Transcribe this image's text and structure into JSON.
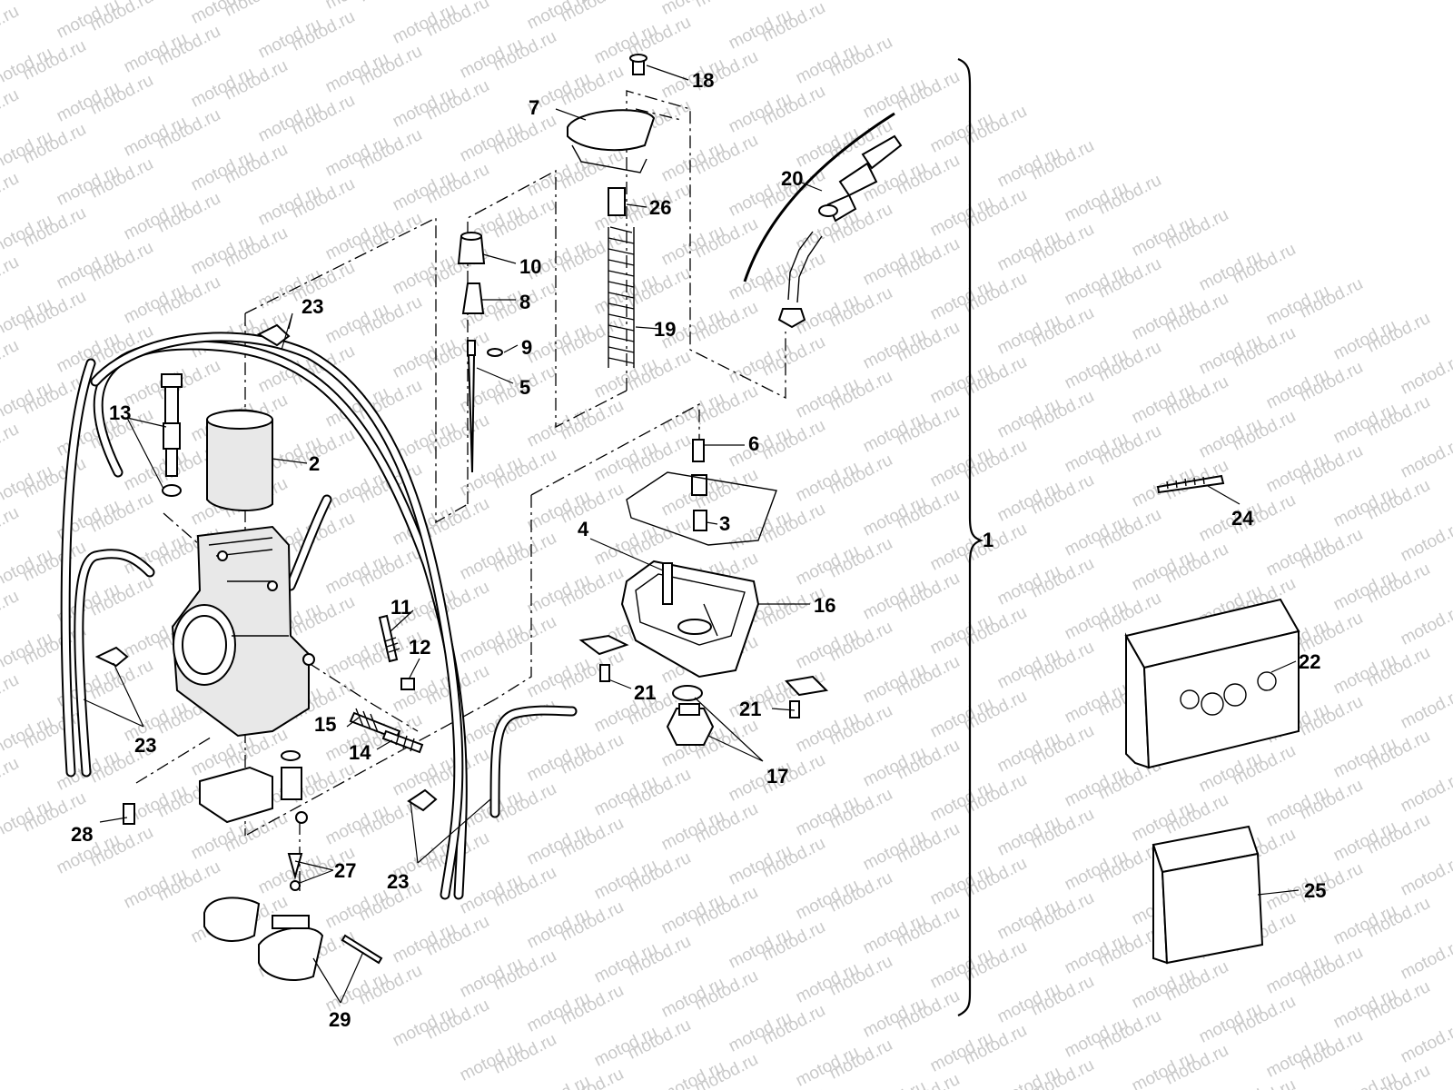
{
  "watermark": "motod.ru",
  "callouts": [
    {
      "id": "c1",
      "text": "1"
    },
    {
      "id": "c2",
      "text": "2"
    },
    {
      "id": "c3",
      "text": "3"
    },
    {
      "id": "c4",
      "text": "4"
    },
    {
      "id": "c5",
      "text": "5"
    },
    {
      "id": "c6",
      "text": "6"
    },
    {
      "id": "c7",
      "text": "7"
    },
    {
      "id": "c8",
      "text": "8"
    },
    {
      "id": "c9",
      "text": "9"
    },
    {
      "id": "c10",
      "text": "10"
    },
    {
      "id": "c11",
      "text": "11"
    },
    {
      "id": "c12",
      "text": "12"
    },
    {
      "id": "c13",
      "text": "13"
    },
    {
      "id": "c14",
      "text": "14"
    },
    {
      "id": "c15",
      "text": "15"
    },
    {
      "id": "c16",
      "text": "16"
    },
    {
      "id": "c17",
      "text": "17"
    },
    {
      "id": "c18",
      "text": "18"
    },
    {
      "id": "c19",
      "text": "19"
    },
    {
      "id": "c20",
      "text": "20"
    },
    {
      "id": "c21a",
      "text": "21"
    },
    {
      "id": "c21b",
      "text": "21"
    },
    {
      "id": "c22",
      "text": "22"
    },
    {
      "id": "c23a",
      "text": "23"
    },
    {
      "id": "c23b",
      "text": "23"
    },
    {
      "id": "c23c",
      "text": "23"
    },
    {
      "id": "c24",
      "text": "24"
    },
    {
      "id": "c25",
      "text": "25"
    },
    {
      "id": "c26",
      "text": "26"
    },
    {
      "id": "c27",
      "text": "27"
    },
    {
      "id": "c28",
      "text": "28"
    },
    {
      "id": "c29",
      "text": "29"
    }
  ]
}
